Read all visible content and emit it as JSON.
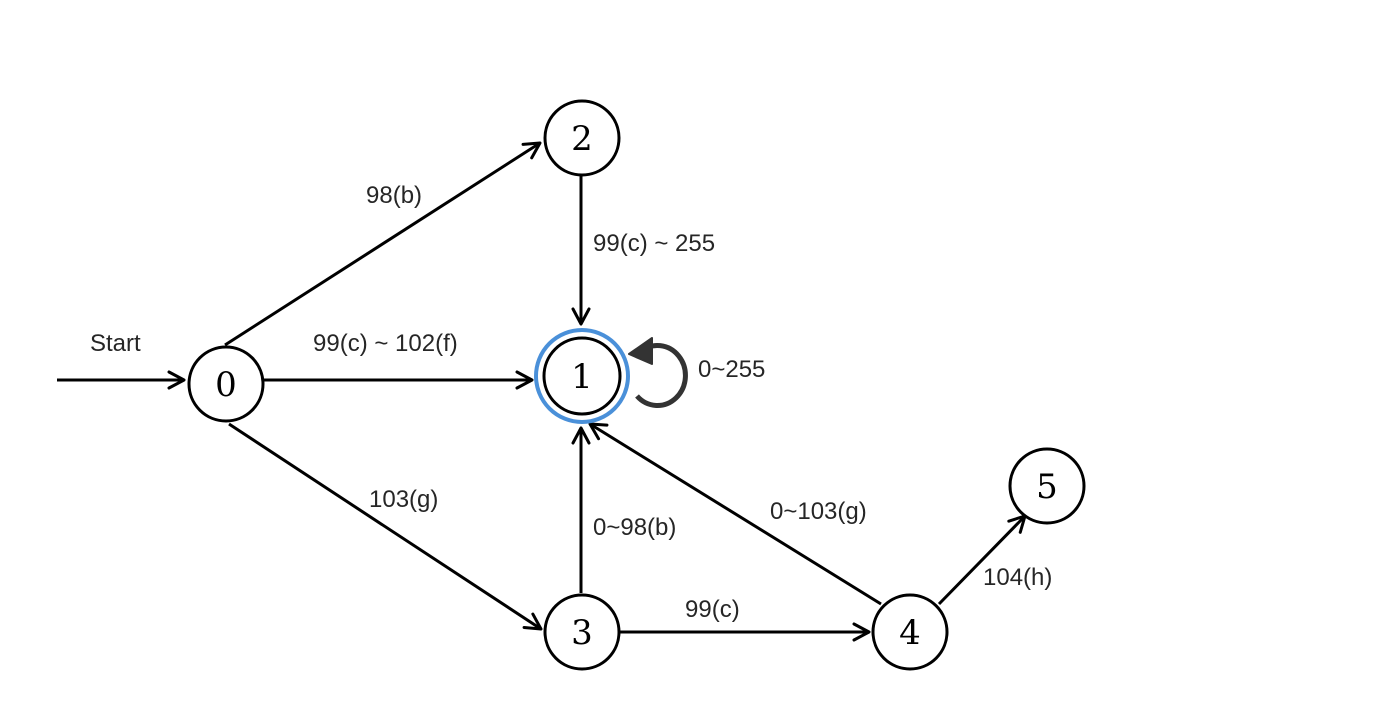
{
  "start_label": "Start",
  "colors": {
    "accept_ring": "#4a90d9",
    "loop": "#333333"
  },
  "states": [
    {
      "id": "0",
      "label": "0",
      "accepting": false
    },
    {
      "id": "1",
      "label": "1",
      "accepting": true
    },
    {
      "id": "2",
      "label": "2",
      "accepting": false
    },
    {
      "id": "3",
      "label": "3",
      "accepting": false
    },
    {
      "id": "4",
      "label": "4",
      "accepting": false
    },
    {
      "id": "5",
      "label": "5",
      "accepting": false
    }
  ],
  "transitions": [
    {
      "from": "0",
      "to": "2",
      "label": "98(b)"
    },
    {
      "from": "0",
      "to": "1",
      "label": "99(c) ~ 102(f)"
    },
    {
      "from": "0",
      "to": "3",
      "label": "103(g)"
    },
    {
      "from": "2",
      "to": "1",
      "label": "99(c) ~ 255"
    },
    {
      "from": "1",
      "to": "1",
      "label": "0~255"
    },
    {
      "from": "3",
      "to": "1",
      "label": "0~98(b)"
    },
    {
      "from": "3",
      "to": "4",
      "label": "99(c)"
    },
    {
      "from": "4",
      "to": "1",
      "label": "0~103(g)"
    },
    {
      "from": "4",
      "to": "5",
      "label": "104(h)"
    }
  ]
}
